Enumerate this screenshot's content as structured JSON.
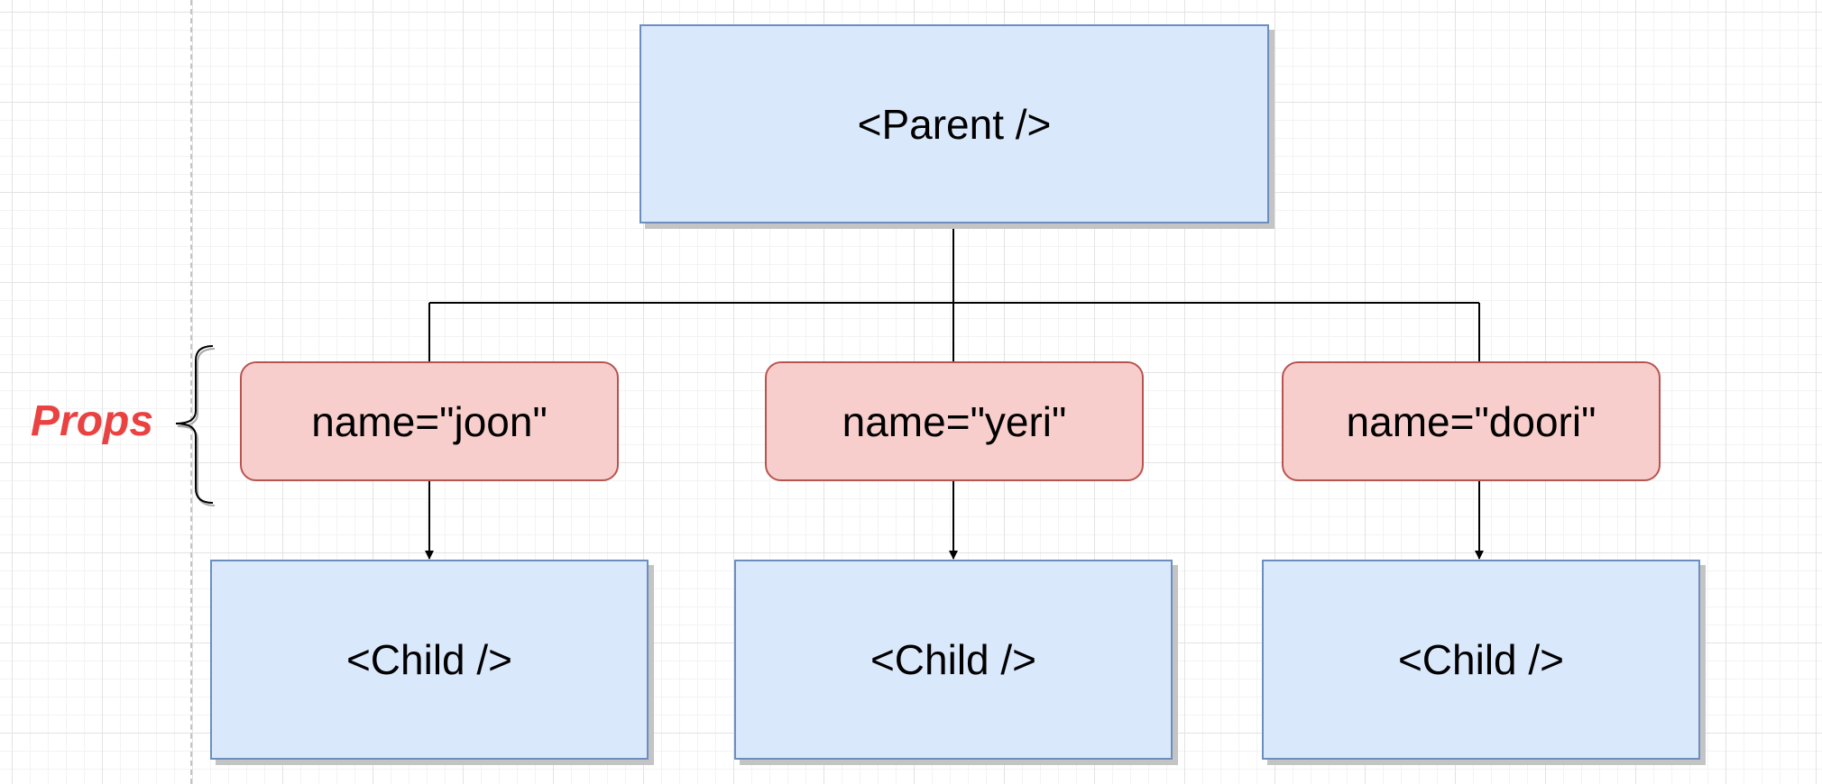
{
  "diagram": {
    "parent": {
      "label": "<Parent />"
    },
    "props_annotation": {
      "label": "Props"
    },
    "props": [
      {
        "label": "name=\"joon\""
      },
      {
        "label": "name=\"yeri\""
      },
      {
        "label": "name=\"doori\""
      }
    ],
    "children": [
      {
        "label": "<Child />"
      },
      {
        "label": "<Child />"
      },
      {
        "label": "<Child />"
      }
    ]
  },
  "colors": {
    "component_fill": "#dae8fc",
    "component_stroke": "#6c8ebf",
    "prop_fill": "#f8cecc",
    "prop_stroke": "#b85450",
    "props_label": "#ea4141",
    "connector": "#000000"
  }
}
